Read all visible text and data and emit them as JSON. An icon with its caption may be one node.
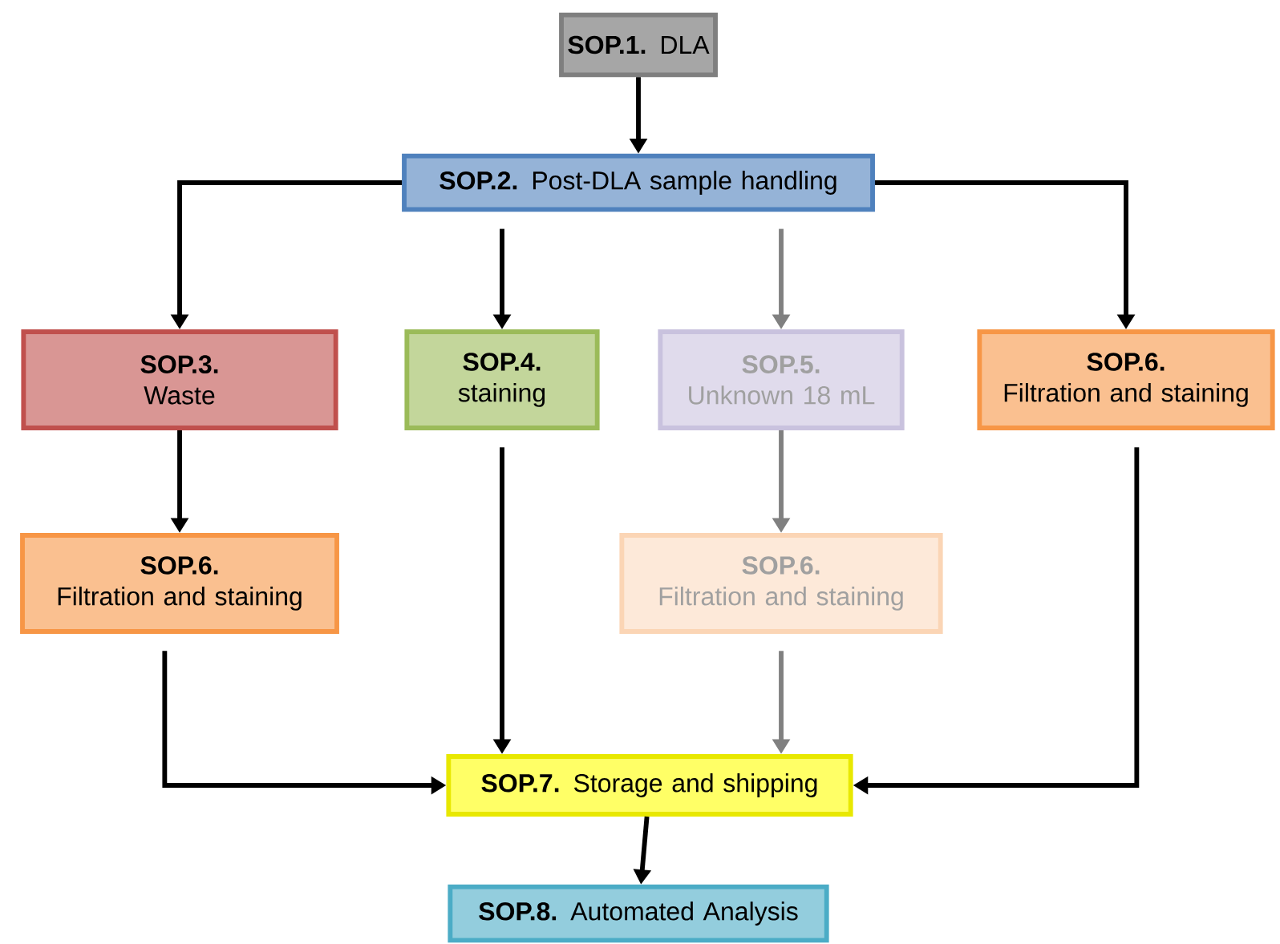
{
  "diagram": {
    "nodes": [
      {
        "text": [
          "SOP.1.",
          "DLA"
        ]
      },
      {
        "text": [
          "SOP.2.",
          "Post-DLA sample handling"
        ]
      },
      {
        "text": [
          "SOP.3.",
          "Waste"
        ]
      },
      {
        "text": [
          "SOP.4.",
          "staining"
        ]
      },
      {
        "text": [
          "SOP.5.",
          "Unknown 18 mL"
        ]
      },
      {
        "text": [
          "SOP.6.",
          "Filtration and staining"
        ]
      },
      {
        "text": [
          "SOP.6.",
          "Filtration and staining"
        ]
      },
      {
        "text": [
          "SOP.6.",
          "Filtration and staining"
        ]
      },
      {
        "text": [
          "SOP.7.",
          "Storage and shipping"
        ]
      },
      {
        "text": [
          "SOP.8.",
          "Automated Analysis"
        ]
      }
    ],
    "edges": [
      {
        "from": 0,
        "to": 1,
        "arrow": "to"
      },
      {
        "from": 1,
        "to": 2,
        "arrow": "to"
      },
      {
        "from": 1,
        "to": 3,
        "arrow": "to"
      },
      {
        "from": 1,
        "to": 4,
        "arrow": "to",
        "color": "#808080"
      },
      {
        "from": 1,
        "to": 5,
        "arrow": "to"
      },
      {
        "from": 2,
        "to": 6,
        "arrow": "to"
      },
      {
        "from": 3,
        "to": 8,
        "arrow": "to"
      },
      {
        "from": 4,
        "to": 7,
        "arrow": "to",
        "color": "#808080"
      },
      {
        "from": 7,
        "to": 8,
        "arrow": "to",
        "color": "#808080"
      },
      {
        "from": 6,
        "to": 8,
        "arrow": "to"
      },
      {
        "from": 5,
        "to": 8,
        "arrow": "to"
      },
      {
        "from": 8,
        "to": 9,
        "arrow": "to"
      }
    ]
  }
}
